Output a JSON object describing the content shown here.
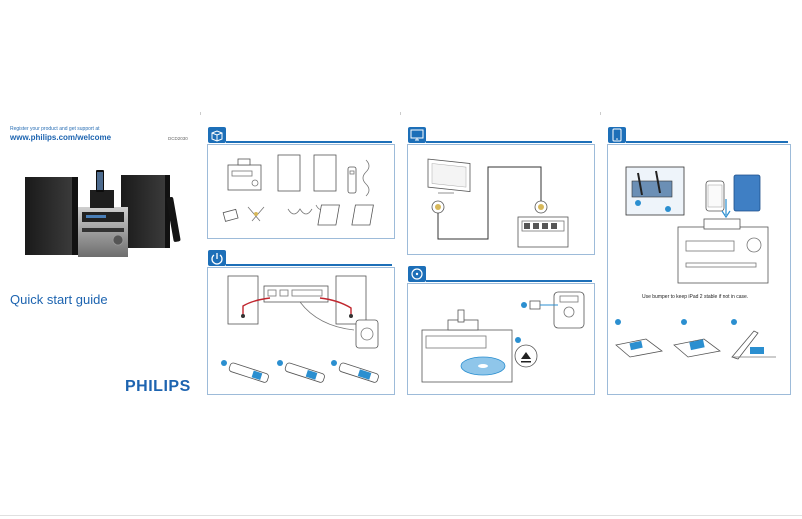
{
  "cover": {
    "register_text": "Register your product and get support at",
    "url": "www.philips.com/welcome",
    "model": "DCD2030",
    "title": "Quick start guide",
    "brand": "PHILIPS"
  },
  "sections": [
    {
      "name": "whats-in-the-box",
      "icon": "box-icon"
    },
    {
      "name": "connect-power",
      "icon": "power-icon"
    },
    {
      "name": "connect-tv",
      "icon": "tv-icon"
    },
    {
      "name": "play-disc",
      "icon": "disc-icon"
    },
    {
      "name": "dock-ipad",
      "icon": "ipad-icon"
    }
  ],
  "ipad_panel": {
    "caption": "Use bumper to keep iPad 2 stable if not in case."
  },
  "colors": {
    "brand_blue": "#1d64b0",
    "accent_blue": "#2b8fd0",
    "frame_blue": "#9dbbd9"
  }
}
